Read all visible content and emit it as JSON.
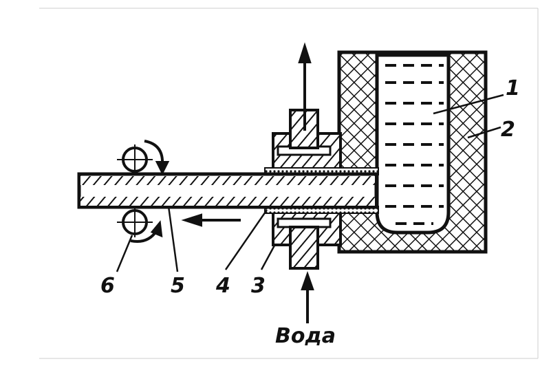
{
  "diagram": {
    "labels": {
      "l1": "1",
      "l2": "2",
      "l3": "3",
      "l4": "4",
      "l5": "5",
      "l6": "6",
      "water": "Вода"
    },
    "colors": {
      "ink": "#111111",
      "paper": "#ffffff",
      "frame": "#cccccc"
    }
  }
}
